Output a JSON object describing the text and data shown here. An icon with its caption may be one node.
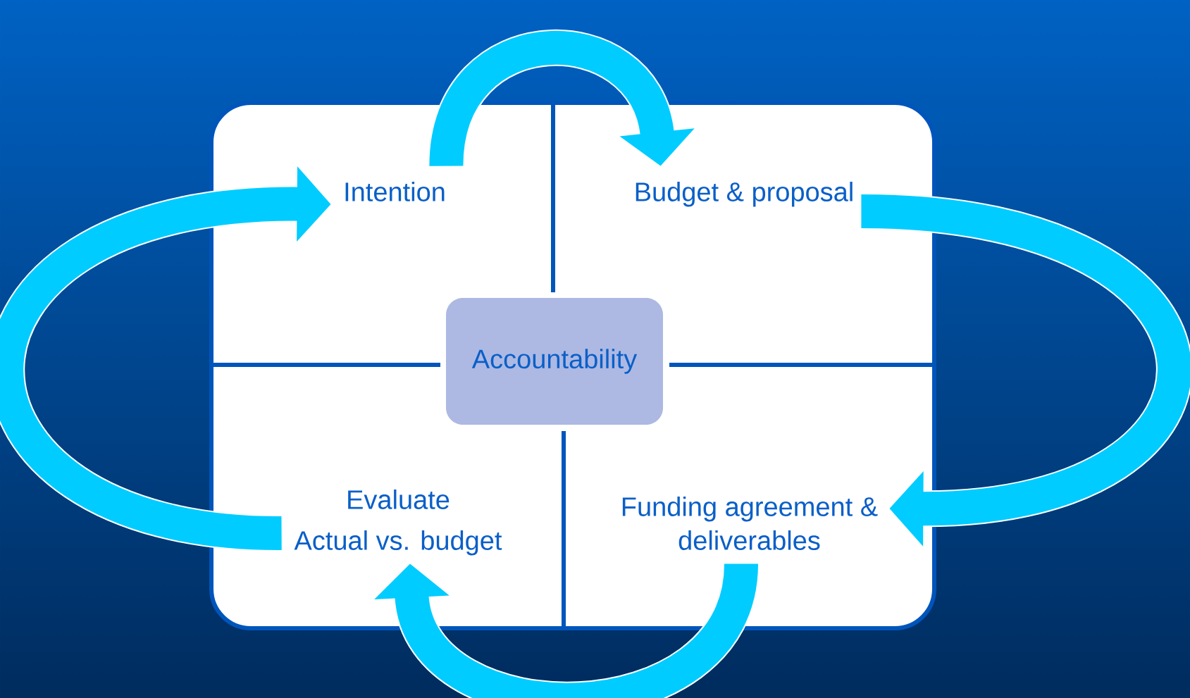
{
  "diagram": {
    "nodes": [
      {
        "text": [],
        "shape": "box"
      },
      {
        "text": [
          "Intention"
        ],
        "in": 0
      },
      {
        "text": [
          "Budget & proposal"
        ],
        "in": 0
      },
      {
        "text": [
          "Accountability"
        ],
        "in": 0
      },
      {
        "text": [
          "Evaluate",
          "Actual vs. budget"
        ],
        "in": 0
      },
      {
        "text": [
          "Funding agreement & deliverables"
        ],
        "in": 0
      }
    ],
    "edges": [
      {
        "from": 1,
        "to": 2,
        "arrow": "to"
      },
      {
        "from": 2,
        "to": 5,
        "arrow": "to"
      },
      {
        "from": 5,
        "to": 4,
        "arrow": "to"
      },
      {
        "from": 4,
        "to": 1,
        "arrow": "to"
      }
    ]
  }
}
